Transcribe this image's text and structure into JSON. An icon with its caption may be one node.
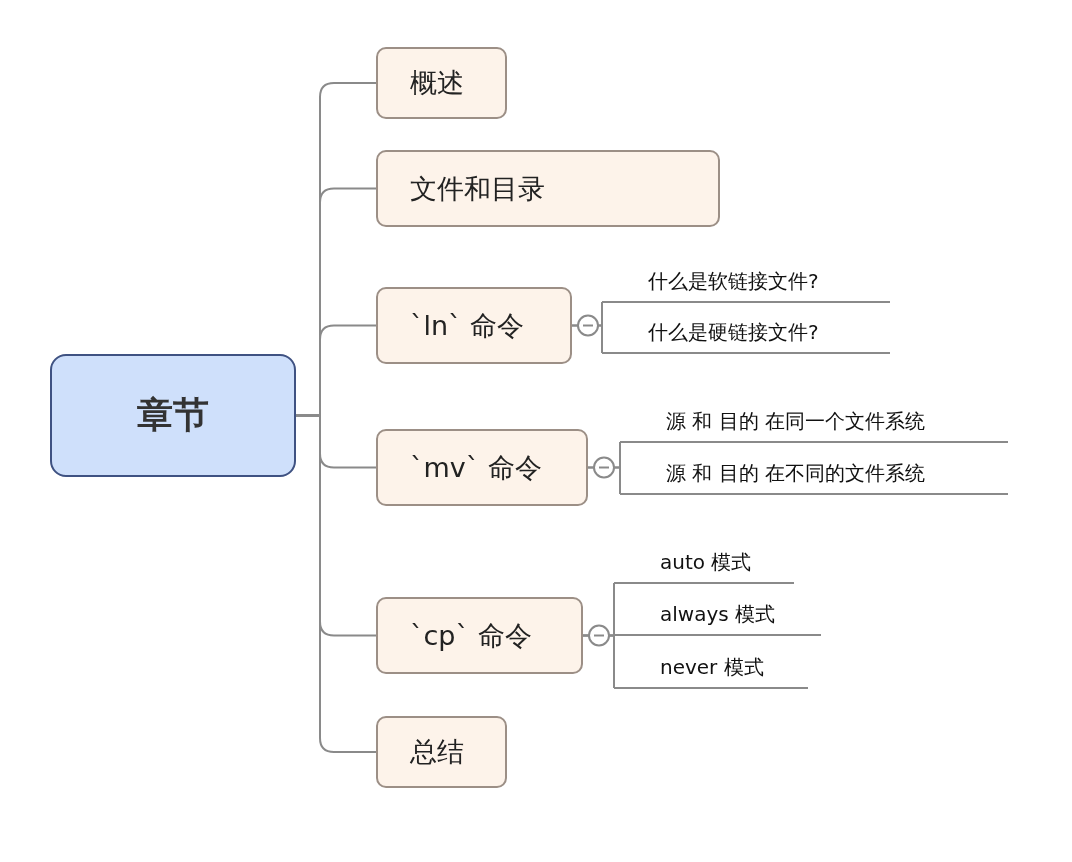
{
  "diagram": {
    "nodes": [
      {
        "text": [
          "章节"
        ]
      },
      {
        "text": [
          "概述"
        ]
      },
      {
        "text": [
          "文件和目录"
        ]
      },
      {
        "text": [
          "`ln` 命令"
        ]
      },
      {
        "text": [
          "什么是软链接文件?"
        ]
      },
      {
        "text": [
          "什么是硬链接文件?"
        ]
      },
      {
        "text": [
          "`mv` 命令"
        ]
      },
      {
        "text": [
          "源 和 目的 在同一个文件系统"
        ]
      },
      {
        "text": [
          "源 和 目的 在不同的文件系统"
        ]
      },
      {
        "text": [
          "`cp` 命令"
        ]
      },
      {
        "text": [
          "auto 模式"
        ]
      },
      {
        "text": [
          "always 模式"
        ]
      },
      {
        "text": [
          "never 模式"
        ]
      },
      {
        "text": [
          "总结"
        ]
      }
    ],
    "edges": [
      {
        "from": 0,
        "to": 1,
        "arrow": "none"
      },
      {
        "from": 0,
        "to": 2,
        "arrow": "none"
      },
      {
        "from": 0,
        "to": 3,
        "arrow": "none"
      },
      {
        "from": 0,
        "to": 6,
        "arrow": "none"
      },
      {
        "from": 0,
        "to": 9,
        "arrow": "none"
      },
      {
        "from": 0,
        "to": 13,
        "arrow": "none"
      },
      {
        "from": 3,
        "to": 4,
        "arrow": "none"
      },
      {
        "from": 3,
        "to": 5,
        "arrow": "none"
      },
      {
        "from": 6,
        "to": 7,
        "arrow": "none"
      },
      {
        "from": 6,
        "to": 8,
        "arrow": "none"
      },
      {
        "from": 9,
        "to": 10,
        "arrow": "none"
      },
      {
        "from": 9,
        "to": 11,
        "arrow": "none"
      },
      {
        "from": 9,
        "to": 12,
        "arrow": "none"
      }
    ]
  }
}
